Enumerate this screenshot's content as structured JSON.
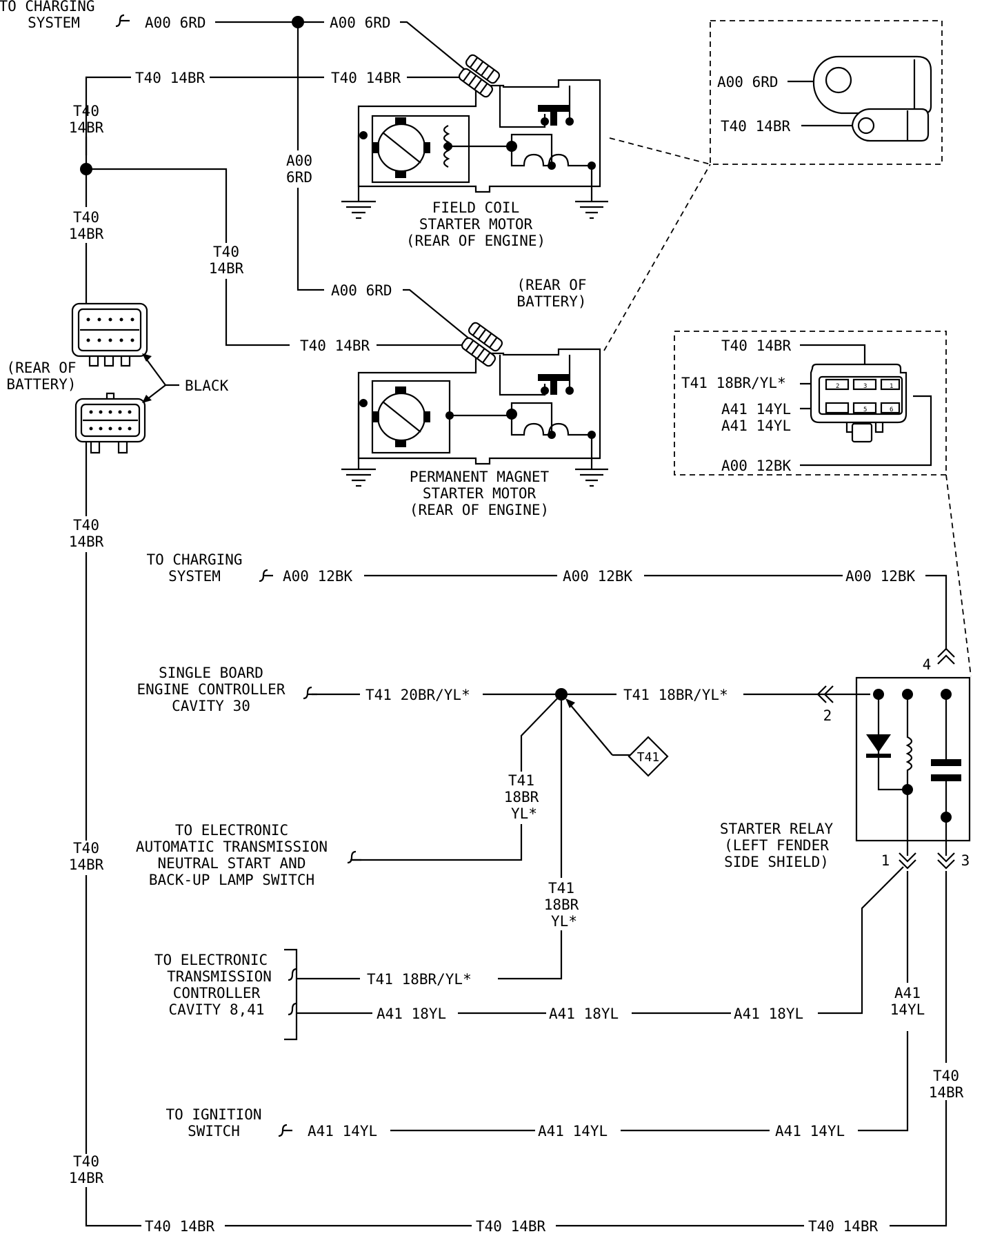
{
  "wires": {
    "a00_6rd": "A00 6RD",
    "a00": "A00",
    "rd6": "6RD",
    "t40_14br": "T40 14BR",
    "t40": "T40",
    "br14": "14BR",
    "a00_12bk": "A00 12BK",
    "t41_20bryl": "T41 20BR/YL*",
    "t41_18bryl": "T41 18BR/YL*",
    "t41": "T41",
    "br18": "18BR",
    "yl_star": "YL*",
    "a41_18yl": "A41 18YL",
    "a41_14yl": "A41 14YL",
    "a41": "A41",
    "yl14": "14YL"
  },
  "labels": {
    "to_charging_1": "TO CHARGING",
    "to_charging_2": "SYSTEM",
    "field_coil_1": "FIELD COIL",
    "field_coil_2": "STARTER MOTOR",
    "field_coil_3": "(REAR OF ENGINE)",
    "pm_1": "PERMANENT MAGNET",
    "pm_2": "STARTER MOTOR",
    "pm_3": "(REAR OF ENGINE)",
    "rear_of_1": "(REAR OF",
    "rear_of_2": "BATTERY)",
    "black": "BLACK",
    "sbec_1": "SINGLE BOARD",
    "sbec_2": "ENGINE CONTROLLER",
    "sbec_3": "CAVITY 30",
    "eat_1": "TO ELECTRONIC",
    "eat_2": "AUTOMATIC TRANSMISSION",
    "eat_3": "NEUTRAL START AND",
    "eat_4": "BACK-UP LAMP SWITCH",
    "etc_1": "TO ELECTRONIC",
    "etc_2": "TRANSMISSION",
    "etc_3": "CONTROLLER",
    "etc_4": "CAVITY 8,41",
    "ign_1": "TO IGNITION",
    "ign_2": "SWITCH",
    "relay_1": "STARTER RELAY",
    "relay_2": "(LEFT FENDER",
    "relay_3": "SIDE SHIELD)",
    "t41_diamond": "T41",
    "pin1": "1",
    "pin2": "2",
    "pin3": "3",
    "pin4": "4",
    "cpin2": "2",
    "cpin3": "3",
    "cpin1": "1",
    "cpin5": "5",
    "cpin6": "6"
  }
}
